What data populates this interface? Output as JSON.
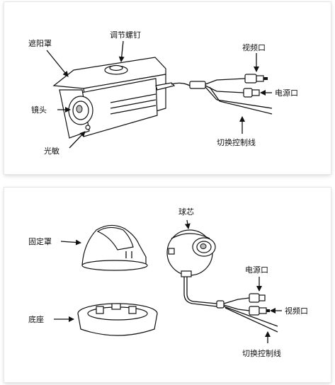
{
  "bullet_camera": {
    "labels": {
      "sunshade": "遮阳罩",
      "adjust_screw": "调节螺钉",
      "lens": "镜头",
      "photosensor": "光敏",
      "video_port": "视频口",
      "power_port": "电源口",
      "switch_control_line": "切换控制线"
    }
  },
  "dome_camera": {
    "labels": {
      "ball_core": "球芯",
      "fixed_cover": "固定罩",
      "base": "底座",
      "power_port": "电源口",
      "video_port": "视频口",
      "switch_control_line": "切换控制线"
    }
  }
}
